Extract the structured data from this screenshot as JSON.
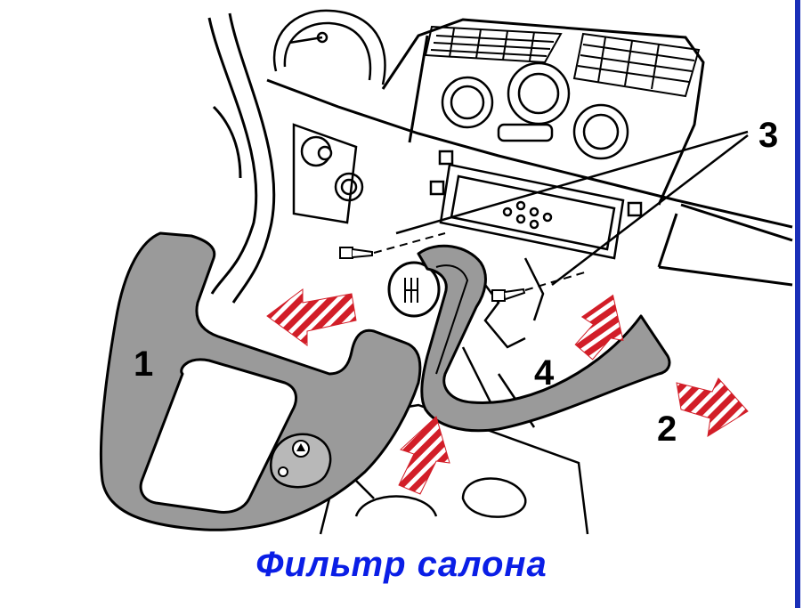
{
  "caption": "Фильтр салона",
  "callouts": {
    "c1": "1",
    "c2": "2",
    "c3": "3",
    "c4": "4"
  },
  "colors": {
    "trim_panel": "#9a9a9a",
    "arrow_red": "#d21e28",
    "caption_blue": "#0a1ee6",
    "line": "#000000"
  }
}
